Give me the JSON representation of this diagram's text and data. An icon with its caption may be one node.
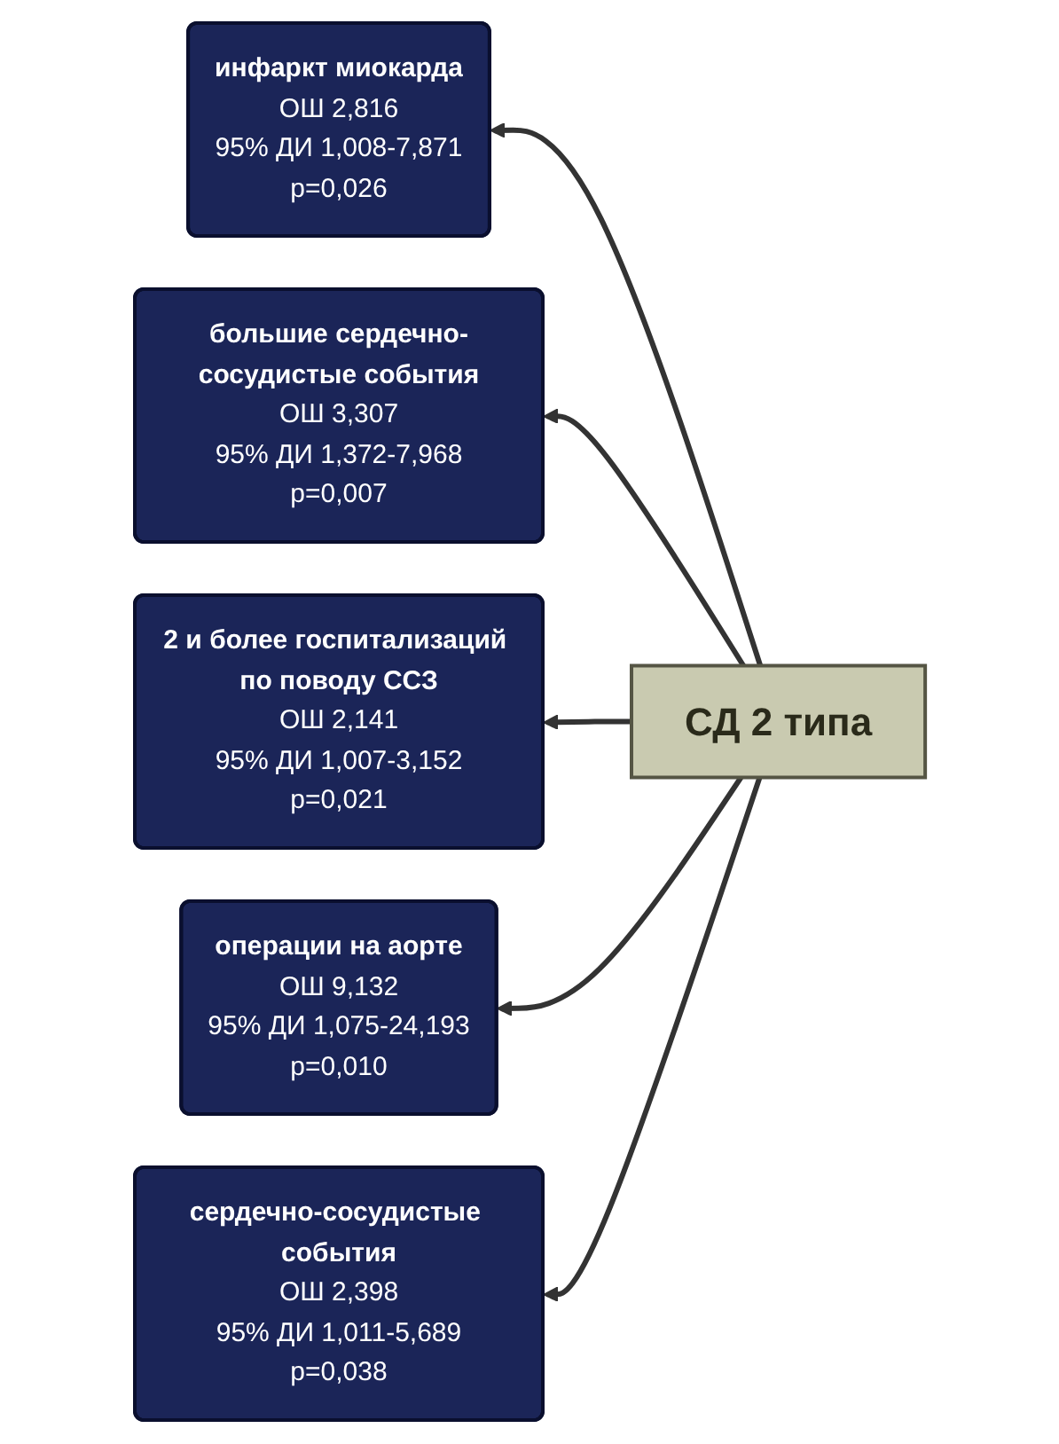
{
  "diagram": {
    "nodes": [
      {
        "text": [
          "инфаркт миокарда",
          "ОШ 2,816",
          "95% ДИ 1,008-7,871",
          "p=0,026"
        ]
      },
      {
        "text": [
          "большие сердечно-сосудистые события",
          "ОШ 3,307",
          "95% ДИ 1,372-7,968",
          "p=0,007"
        ]
      },
      {
        "text": [
          "2 и более госпитализаций по поводу ССЗ",
          "ОШ 2,141",
          "95% ДИ 1,007-3,152",
          "p=0,021"
        ]
      },
      {
        "text": [
          "СД 2 типа"
        ]
      },
      {
        "text": [
          "операции на аорте",
          "ОШ 9,132",
          "95% ДИ 1,075-24,193",
          "p=0,010"
        ]
      },
      {
        "text": [
          "сердечно-сосудистые события",
          "ОШ 2,398",
          "95% ДИ 1,011-5,689",
          "p=0,038"
        ]
      }
    ],
    "edges": [
      {
        "from": 3,
        "to": 0,
        "arrow": "to"
      },
      {
        "from": 3,
        "to": 1,
        "arrow": "to"
      },
      {
        "from": 3,
        "to": 2,
        "arrow": "to"
      },
      {
        "from": 3,
        "to": 4,
        "arrow": "to"
      },
      {
        "from": 3,
        "to": 5,
        "arrow": "to"
      }
    ]
  }
}
